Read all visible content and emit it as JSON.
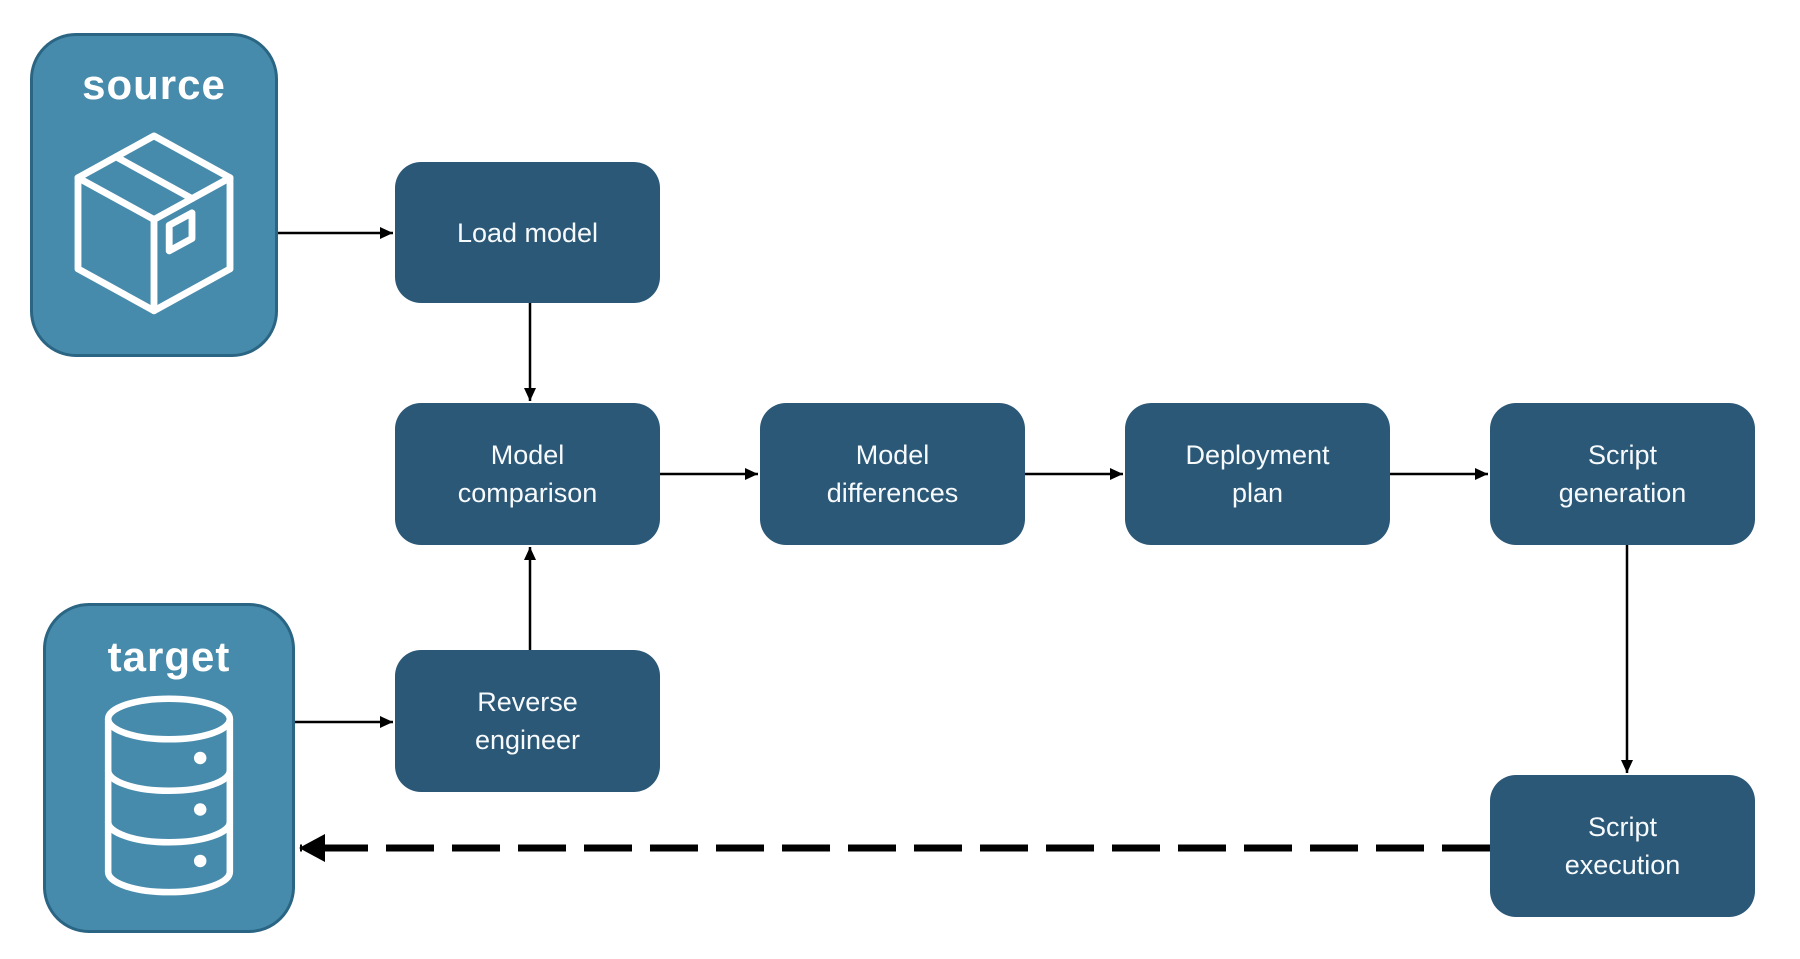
{
  "diagram": {
    "containers": {
      "source": {
        "label": "source",
        "icon": "package-icon"
      },
      "target": {
        "label": "target",
        "icon": "database-icon"
      }
    },
    "nodes": {
      "load_model": {
        "label": "Load model"
      },
      "model_comparison": {
        "label": "Model\ncomparison"
      },
      "model_differences": {
        "label": "Model\ndifferences"
      },
      "deployment_plan": {
        "label": "Deployment\nplan"
      },
      "script_generation": {
        "label": "Script\ngeneration"
      },
      "reverse_engineer": {
        "label": "Reverse\nengineer"
      },
      "script_execution": {
        "label": "Script\nexecution"
      }
    },
    "edges": [
      {
        "from": "source",
        "to": "load_model",
        "style": "solid"
      },
      {
        "from": "load_model",
        "to": "model_comparison",
        "style": "solid"
      },
      {
        "from": "target",
        "to": "reverse_engineer",
        "style": "solid"
      },
      {
        "from": "reverse_engineer",
        "to": "model_comparison",
        "style": "solid"
      },
      {
        "from": "model_comparison",
        "to": "model_differences",
        "style": "solid"
      },
      {
        "from": "model_differences",
        "to": "deployment_plan",
        "style": "solid"
      },
      {
        "from": "deployment_plan",
        "to": "script_generation",
        "style": "solid"
      },
      {
        "from": "script_generation",
        "to": "script_execution",
        "style": "solid"
      },
      {
        "from": "script_execution",
        "to": "target",
        "style": "dashed"
      }
    ],
    "colors": {
      "container_fill": "#478bac",
      "container_border": "#2a6583",
      "node_fill": "#2b5877",
      "label_text": "#ffffff",
      "arrow": "#000000",
      "background": "#ffffff"
    }
  }
}
